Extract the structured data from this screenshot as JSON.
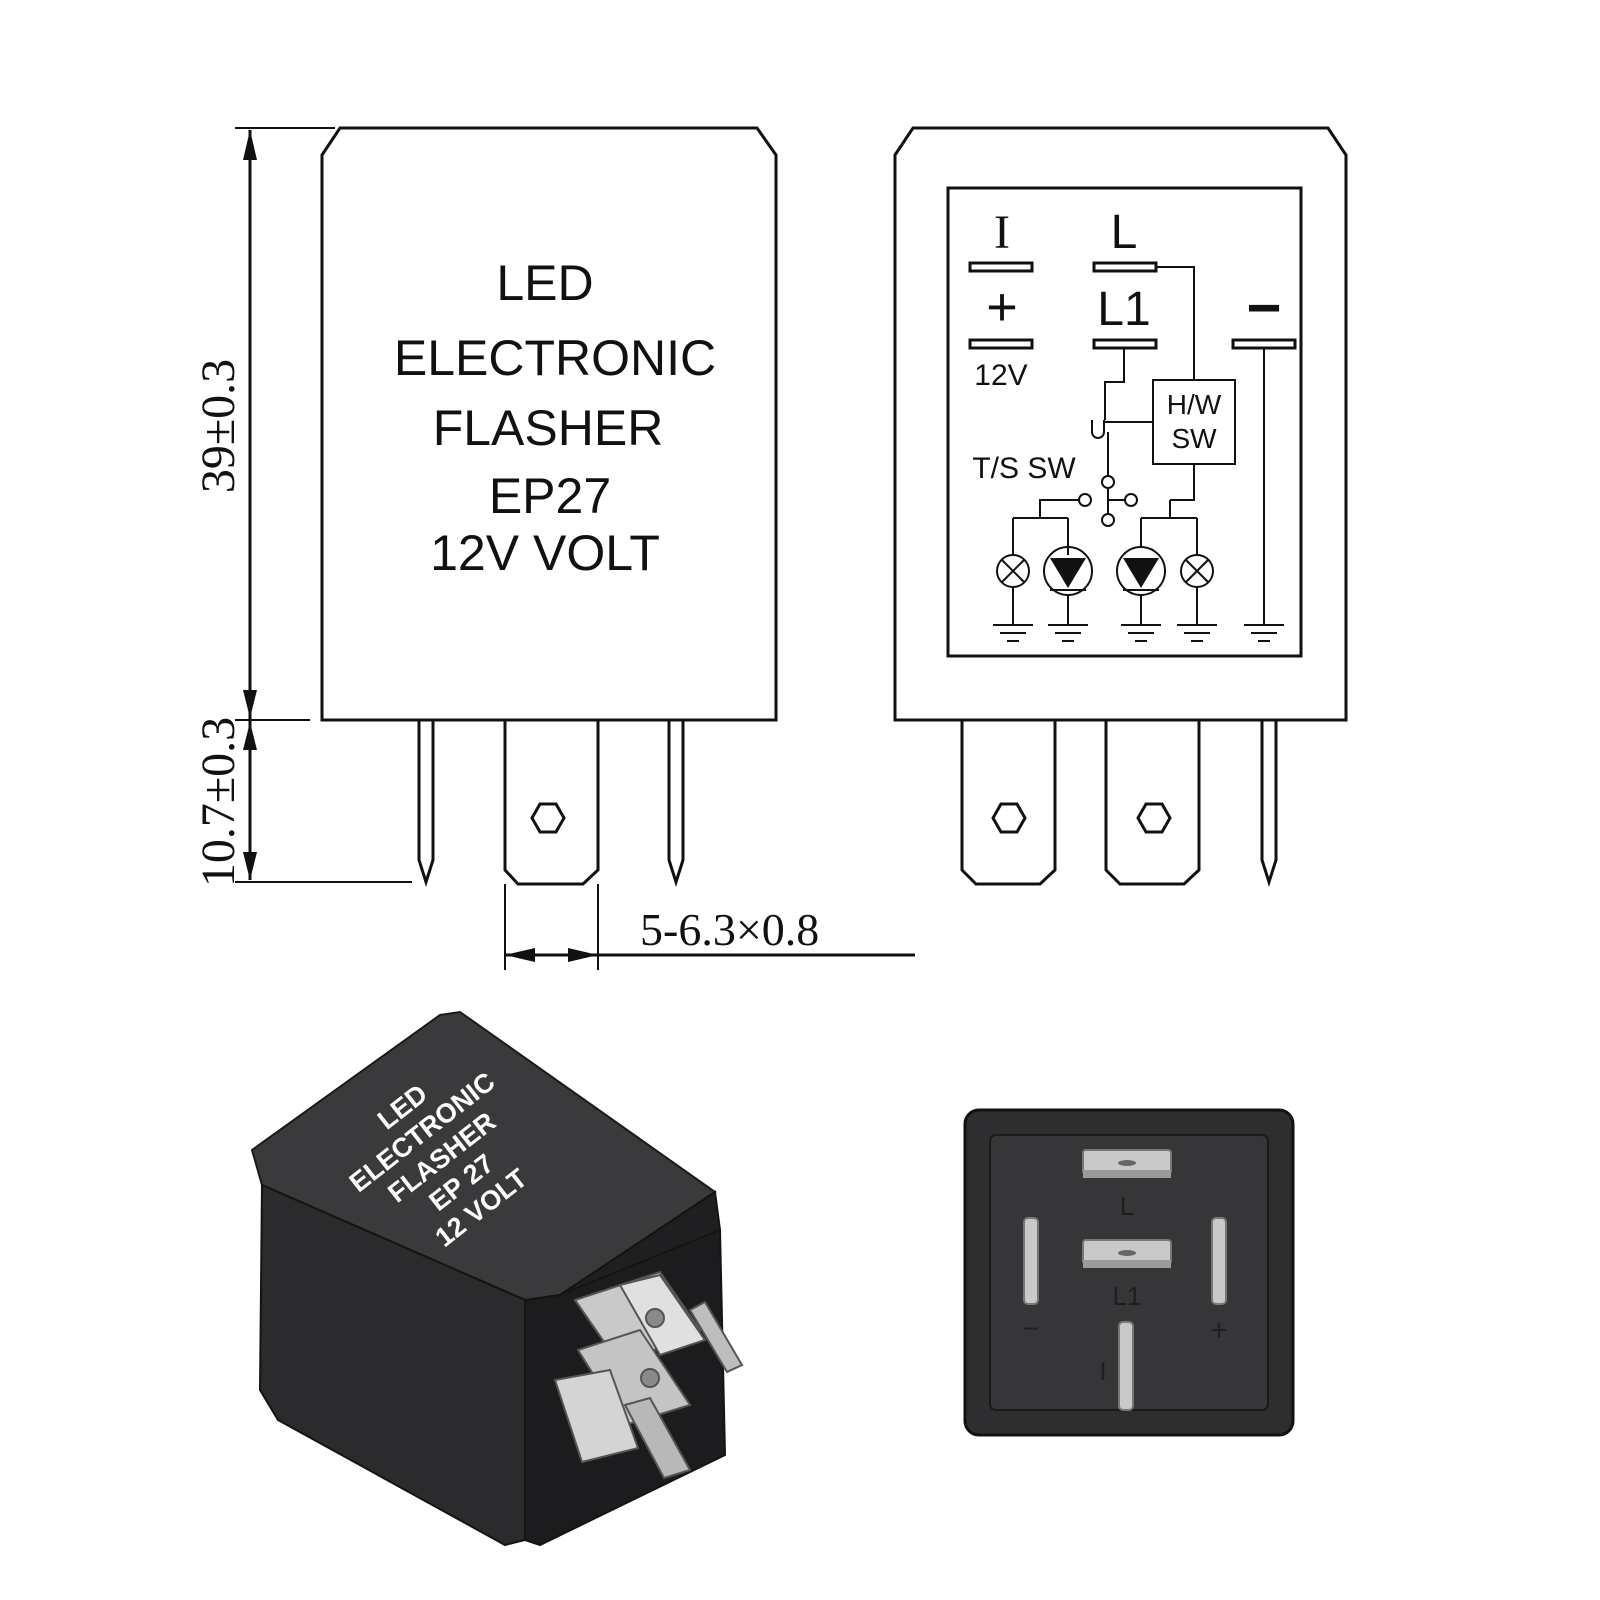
{
  "front_label": {
    "line1": "LED",
    "line2": "ELECTRONIC",
    "line3": "FLASHER",
    "line4": "EP27",
    "line5": "12V  VOLT"
  },
  "dimensions": {
    "height": "39±0.3",
    "pin_length": "10.7±0.3",
    "terminal": "5-6.3×0.8"
  },
  "schematic": {
    "terminal_i": "I",
    "terminal_l": "L",
    "terminal_plus": "+",
    "terminal_l1": "L1",
    "terminal_minus": "−",
    "voltage": "12V",
    "hw_switch_line1": "H/W",
    "hw_switch_line2": "SW",
    "ts_switch": "T/S SW"
  },
  "photo_label": {
    "line1": "LED",
    "line2": "ELECTRONIC",
    "line3": "FLASHER",
    "line4": "EP 27",
    "line5": "12 VOLT"
  },
  "bottom_pins": {
    "l": "L",
    "l1": "L1",
    "minus": "−",
    "plus": "+",
    "i": "I"
  },
  "colors": {
    "line": "#111111",
    "housing_dark": "#2b2b2d",
    "housing_face": "#3a3a3c",
    "metal": "#c9c9c9",
    "photo_text": "#ffffff"
  }
}
